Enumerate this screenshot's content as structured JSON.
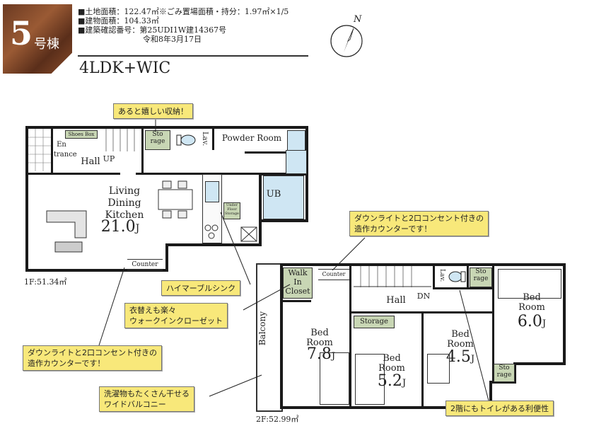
{
  "badge": {
    "number": "5",
    "suffix": "号棟"
  },
  "info": {
    "land_area": "■土地面積：122.47㎡※ごみ置場面積・持分：1.97㎡×1/5",
    "building_area": "■建物面積：104.33㎡",
    "permit_no": "■建築確認番号：第25UDI1W建14367号",
    "permit_date": "令和8年3月17日"
  },
  "plan_type": "4LDK+WIC",
  "compass_label": "N",
  "floor1": {
    "caption": "1F:51.34㎡",
    "entrance": "En\ntrance",
    "shoes_box": "Shoes Box",
    "hall": "Hall",
    "up": "UP",
    "storage": "Sto\nrage",
    "lav": "Lav.",
    "powder_room": "Powder Room",
    "ub": "UB",
    "ldk_name": "Living\nDining\nKitchen",
    "ldk_size": "21.0",
    "ldk_unit": "J",
    "floor_storage": "Under\nFloor\nStorage",
    "counter": "Counter"
  },
  "floor2": {
    "caption": "2F:52.99㎡",
    "walk_in": "Walk\nIn\nCloset",
    "counter": "Counter",
    "hall": "Hall",
    "dn": "DN",
    "lav": "Lav.",
    "storage_a": "Sto\nrage",
    "storage_b": "Sto\nrage",
    "storage_mid": "Storage",
    "balcony": "Balcony",
    "bed1_name": "Bed\nRoom",
    "bed1_size": "7.8",
    "bed2_name": "Bed\nRoom",
    "bed2_size": "5.2",
    "bed3_name": "Bed\nRoom",
    "bed3_size": "4.5",
    "bed4_name": "Bed\nRoom",
    "bed4_size": "6.0",
    "unit": "J"
  },
  "callouts": {
    "storage_joy": "あると嬉しい収納！",
    "counter_2f": "ダウンライトと2口コンセント付きの\n造作カウンターです！",
    "sink": "ハイマーブルシンク",
    "wic": "衣替えも楽々\nウォークインクローゼット",
    "counter_1f": "ダウンライトと2口コンセント付きの\n造作カウンターです！",
    "balcony": "洗濯物もたくさん干せる\nワイドバルコニー",
    "toilet_2f": "2階にもトイレがある利便性"
  }
}
